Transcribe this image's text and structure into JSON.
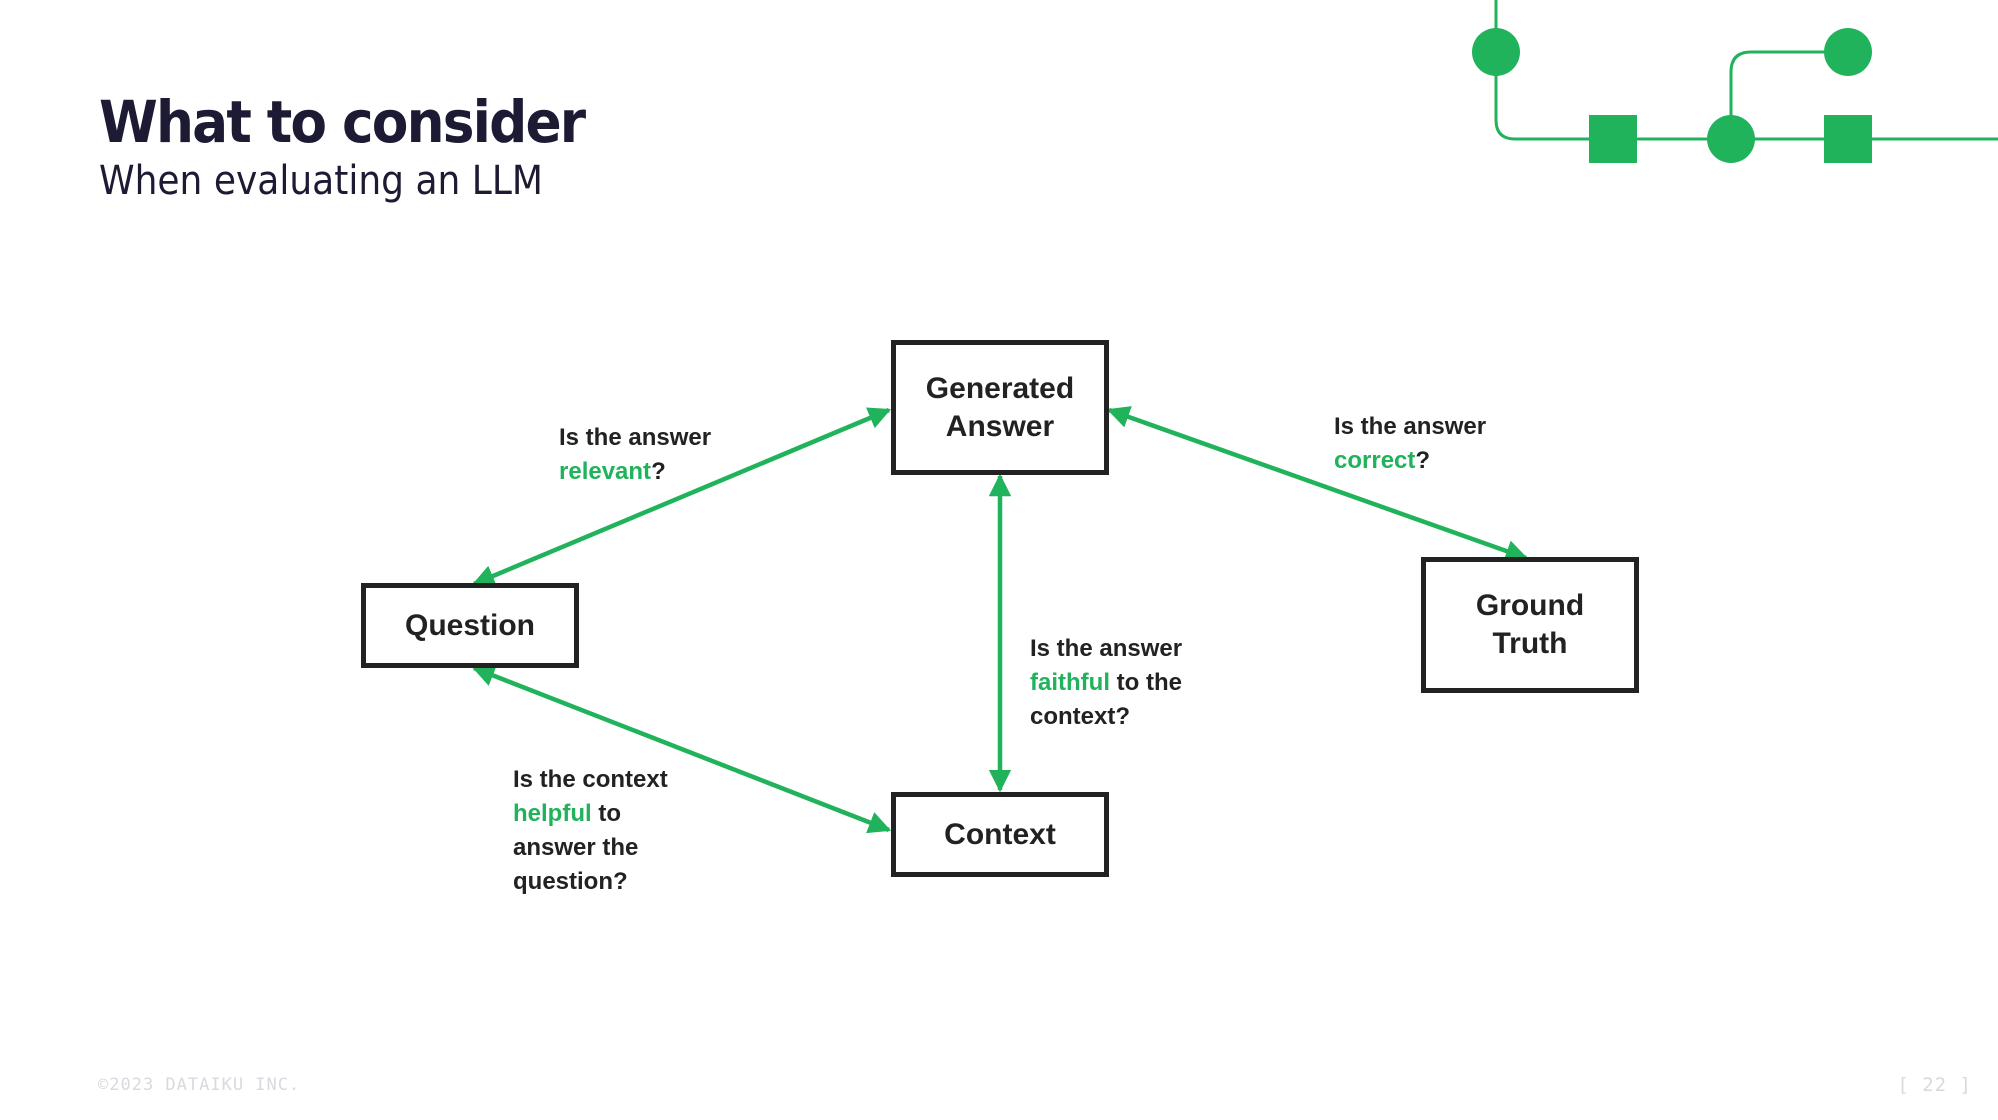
{
  "header": {
    "title": "What to consider",
    "subtitle": "When evaluating an LLM"
  },
  "nodes": {
    "generated_answer": "Generated\nAnswer",
    "question": "Question",
    "context": "Context",
    "ground_truth": "Ground\nTruth"
  },
  "edges": {
    "relevant": {
      "line1": "Is the answer",
      "highlight": "relevant",
      "after": "?"
    },
    "correct": {
      "line1": "Is the answer",
      "highlight": "correct",
      "after": "?"
    },
    "faithful": {
      "line1": "Is the answer",
      "highlight": "faithful",
      "after": " to the",
      "line3": "context?"
    },
    "helpful": {
      "line1": "Is the context",
      "highlight": "helpful",
      "after": " to",
      "line3": "answer the",
      "line4": "question?"
    }
  },
  "footer": {
    "copyright": "©2023 DATAIKU INC.",
    "page": "[ 22 ]"
  },
  "colors": {
    "accent": "#20b35b",
    "title": "#1c1b33",
    "box_border": "#222222"
  }
}
